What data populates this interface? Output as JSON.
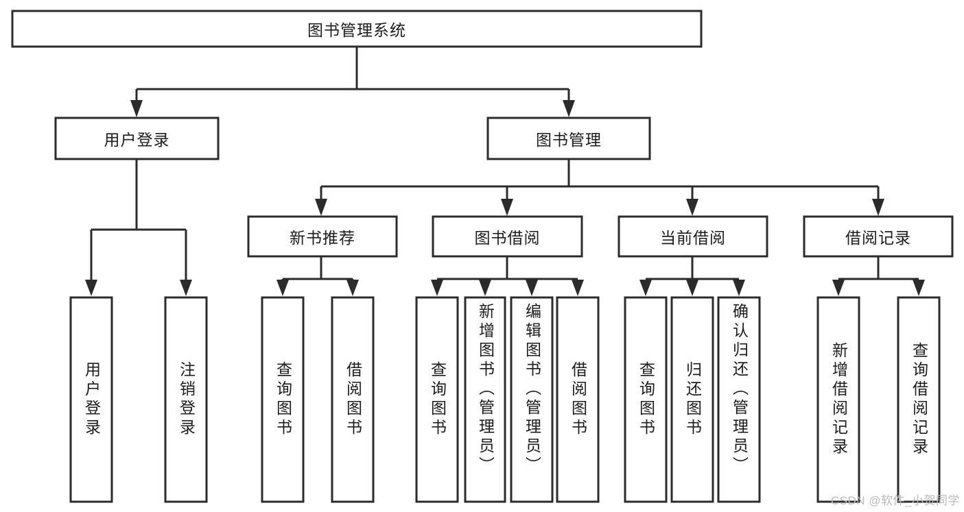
{
  "diagram": {
    "type": "tree",
    "title": "图书管理系统",
    "orientation": "top-down",
    "colors": {
      "box_stroke": "#2b2b2b",
      "box_fill": "#ffffff",
      "text": "#1c1c1c",
      "background": "#ffffff",
      "watermark": "#b9b9b9"
    },
    "levels": {
      "root": {
        "label": "图书管理系统"
      },
      "level2": [
        {
          "label": "用户登录"
        },
        {
          "label": "图书管理"
        }
      ],
      "level3": [
        {
          "label": "新书推荐"
        },
        {
          "label": "图书借阅"
        },
        {
          "label": "当前借阅"
        },
        {
          "label": "借阅记录"
        }
      ],
      "leaves": {
        "user_login": [
          {
            "label": "用户登录"
          },
          {
            "label": "注销登录"
          }
        ],
        "new_book_recommend": [
          {
            "label": "查询图书"
          },
          {
            "label": "借阅图书"
          }
        ],
        "book_borrow": [
          {
            "label": "查询图书"
          },
          {
            "label": "新增图书（管理员）"
          },
          {
            "label": "编辑图书（管理员）"
          },
          {
            "label": "借阅图书"
          }
        ],
        "current_borrow": [
          {
            "label": "查询图书"
          },
          {
            "label": "归还图书"
          },
          {
            "label": "确认归还（管理员）"
          }
        ],
        "borrow_record": [
          {
            "label": "新增借阅记录"
          },
          {
            "label": "查询借阅记录"
          }
        ]
      }
    }
  },
  "watermark": {
    "text": "CSDN @软件_小贺同学"
  }
}
